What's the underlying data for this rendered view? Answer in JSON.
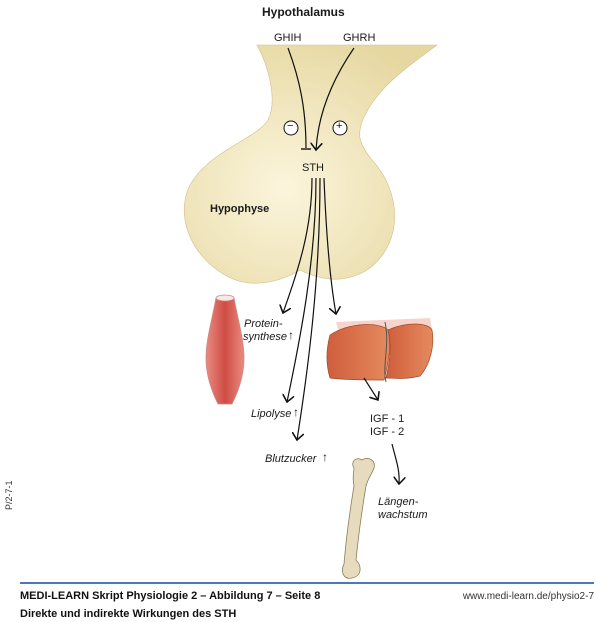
{
  "labels": {
    "hypothalamus": "Hypothalamus",
    "ghih": "GHIH",
    "ghrh": "GHRH",
    "minus": "−",
    "plus": "+",
    "sth": "STH",
    "hypophyse": "Hypophyse",
    "proteinsynthese_1": "Protein-",
    "proteinsynthese_2": "synthese",
    "lipolyse": "Lipolyse",
    "blutzucker": "Blutzucker",
    "igf1": "IGF - 1",
    "igf2": "IGF - 2",
    "laengen_1": "Längen-",
    "laengen_2": "wachstum",
    "up_arrow": "↑"
  },
  "side_code": "P/2-7-1",
  "footer": {
    "title": "MEDI-LEARN Skript Physiologie 2 – Abbildung 7 – Seite 8",
    "subtitle": "Direkte und indirekte Wirkungen des STH",
    "url": "www.medi-learn.de/physio2-7"
  },
  "colors": {
    "gland": "#efe3b0",
    "muscle": "#d9635a",
    "liver": "#d8704a",
    "bone": "#e8dcc0",
    "rule": "#4a78b8"
  }
}
